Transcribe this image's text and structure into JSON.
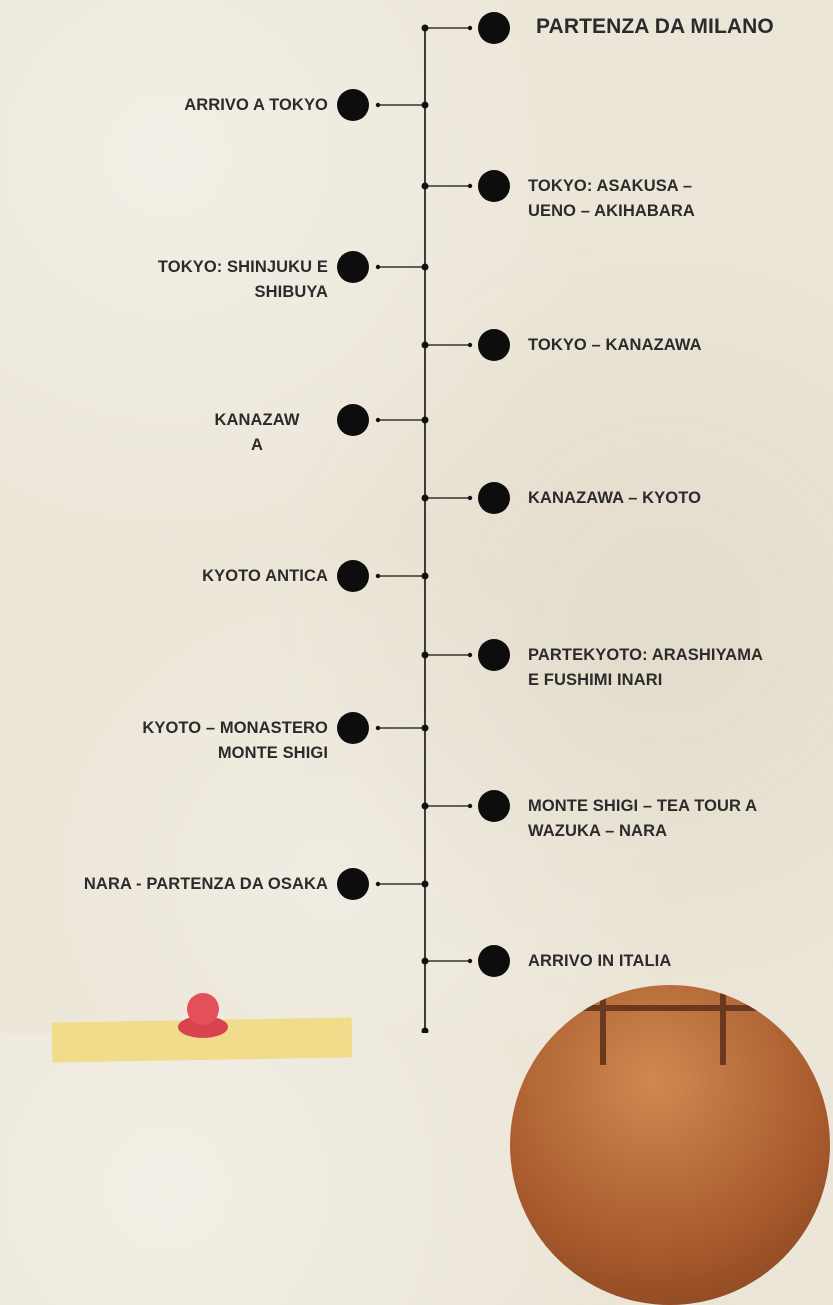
{
  "timeline": {
    "stops": [
      {
        "text": "PARTENZA DA MILANO",
        "side": "right",
        "big": true
      },
      {
        "text": "ARRIVO A TOKYO",
        "side": "left"
      },
      {
        "text": "TOKYO: ASAKUSA –\nUENO – AKIHABARA",
        "side": "right"
      },
      {
        "text": "TOKYO: SHINJUKU E\nSHIBUYA",
        "side": "left"
      },
      {
        "text": "TOKYO – KANAZAWA",
        "side": "right"
      },
      {
        "text": "KANAZAW\nA",
        "side": "left"
      },
      {
        "text": "KANAZAWA – KYOTO",
        "side": "right"
      },
      {
        "text": "KYOTO ANTICA",
        "side": "left"
      },
      {
        "text": "PARTEKYOTO: ARASHIYAMA\nE FUSHIMI INARI",
        "side": "right"
      },
      {
        "text": "KYOTO – MONASTERO\nMONTE SHIGI",
        "side": "left"
      },
      {
        "text": "MONTE SHIGI – TEA TOUR A\nWAZUKA – NARA",
        "side": "right"
      },
      {
        "text": "NARA - PARTENZA DA OSAKA",
        "side": "left"
      },
      {
        "text": "ARRIVO IN ITALIA",
        "side": "right"
      }
    ]
  },
  "colors": {
    "line": "#111111",
    "dot": "#0d0d0d",
    "text": "#2b2b2b",
    "paper": "#ece6d8"
  }
}
